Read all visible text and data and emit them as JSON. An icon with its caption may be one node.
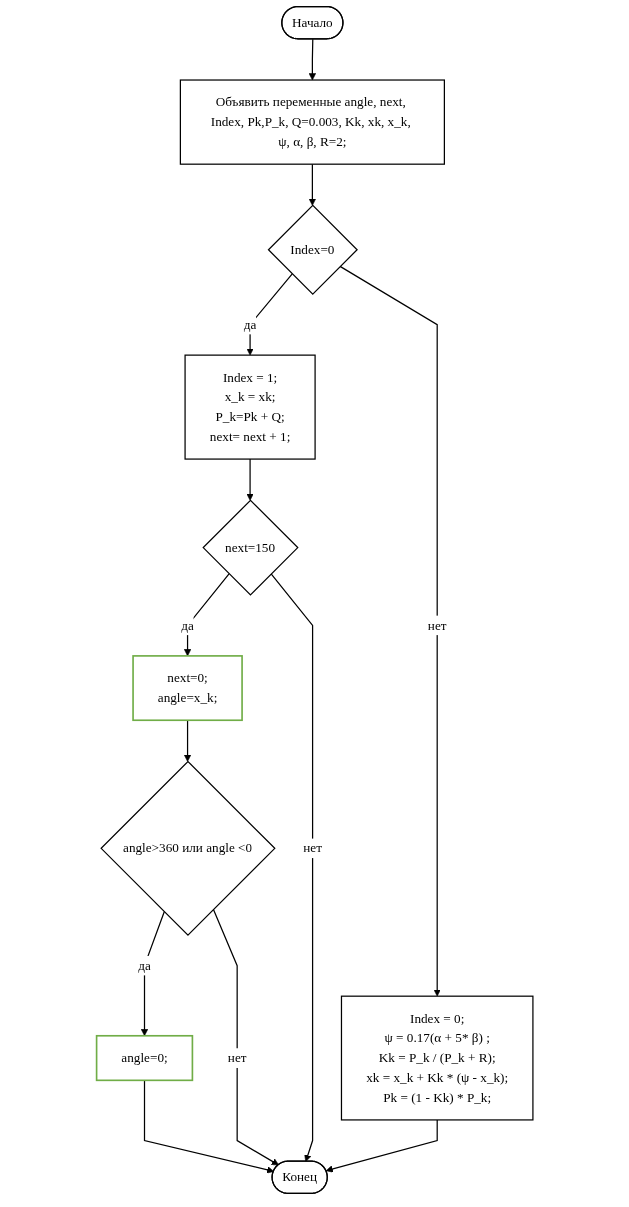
{
  "diagram": {
    "nodes": [
      {
        "text": [
          "Начало"
        ]
      },
      {
        "text": [
          "Объявить переменные angle, next, Index, Pk,P_k, Q=0.003, Kk, xk, x_k, ψ, α, β, R=2;"
        ]
      },
      {
        "text": [
          "Index=0"
        ]
      },
      {
        "text": [
          "Index = 1;",
          "x_k = xk;",
          "P_k=Pk + Q;",
          "next= next + 1;"
        ]
      },
      {
        "text": [
          "Index = 0;",
          "ψ = 0.17(α + 5* β) ;",
          "Kk = P_k / (P_k + R);",
          "xk = x_k + Kk * (ψ - x_k);",
          "Pk = (1 - Kk) * P_k;"
        ]
      },
      {
        "text": [
          "next=150"
        ]
      },
      {
        "text": [
          "next=0;",
          "angle=x_k;"
        ]
      },
      {
        "text": [
          "angle>360 или angle <0"
        ]
      },
      {
        "text": [
          "angle=0;"
        ]
      },
      {
        "text": [
          "Конец"
        ]
      }
    ],
    "edges": [
      {
        "from": 0,
        "to": 1,
        "arrow": "to"
      },
      {
        "from": 1,
        "to": 2,
        "arrow": "to"
      },
      {
        "from": 2,
        "to": 3,
        "arrow": "to",
        "label": "да"
      },
      {
        "from": 2,
        "to": 4,
        "arrow": "to",
        "label": "нет"
      },
      {
        "from": 3,
        "to": 5,
        "arrow": "to"
      },
      {
        "from": 5,
        "to": 6,
        "arrow": "to",
        "label": "да"
      },
      {
        "from": 5,
        "to": 9,
        "arrow": "to",
        "label": "нет"
      },
      {
        "from": 6,
        "to": 7,
        "arrow": "to"
      },
      {
        "from": 7,
        "to": 8,
        "arrow": "to",
        "label": "да"
      },
      {
        "from": 7,
        "to": 9,
        "arrow": "to",
        "label": "нет"
      },
      {
        "from": 4,
        "to": 9,
        "arrow": "to"
      },
      {
        "from": 8,
        "to": 9,
        "arrow": "to"
      }
    ]
  }
}
